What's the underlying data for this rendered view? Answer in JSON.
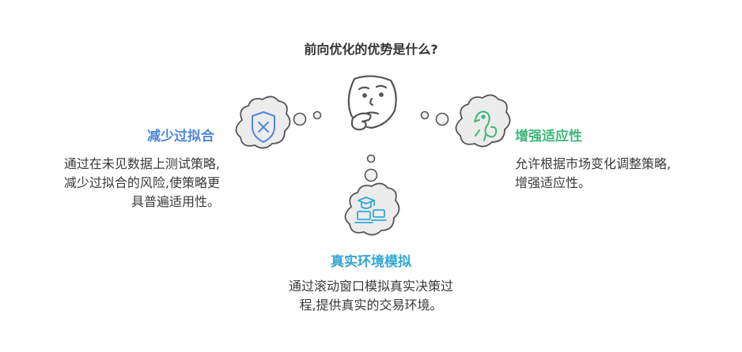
{
  "title": "前向优化的优势是什么?",
  "items": [
    {
      "heading": "减少过拟合",
      "color": "#4f86e0",
      "icon": "shield-x-icon",
      "lines": [
        "通过在未见数据上测试策略,",
        "减少过拟合的风险,使策略更",
        "具普遍适用性。"
      ]
    },
    {
      "heading": "真实环境模拟",
      "color": "#33a7d6",
      "icon": "trading-computers-icon",
      "lines": [
        "通过滚动窗口模拟真实决策过",
        "程,提供真实的交易环境。"
      ]
    },
    {
      "heading": "增强适应性",
      "color": "#3cb877",
      "icon": "chameleon-icon",
      "lines": [
        "允许根据市场变化调整策略,",
        "增强适应性。"
      ]
    }
  ],
  "center_icon": "thinking-face-icon",
  "colors": {
    "outline": "#555555",
    "cloud_fill": "#ececec",
    "bubble_fill": "#f0f0f0"
  }
}
